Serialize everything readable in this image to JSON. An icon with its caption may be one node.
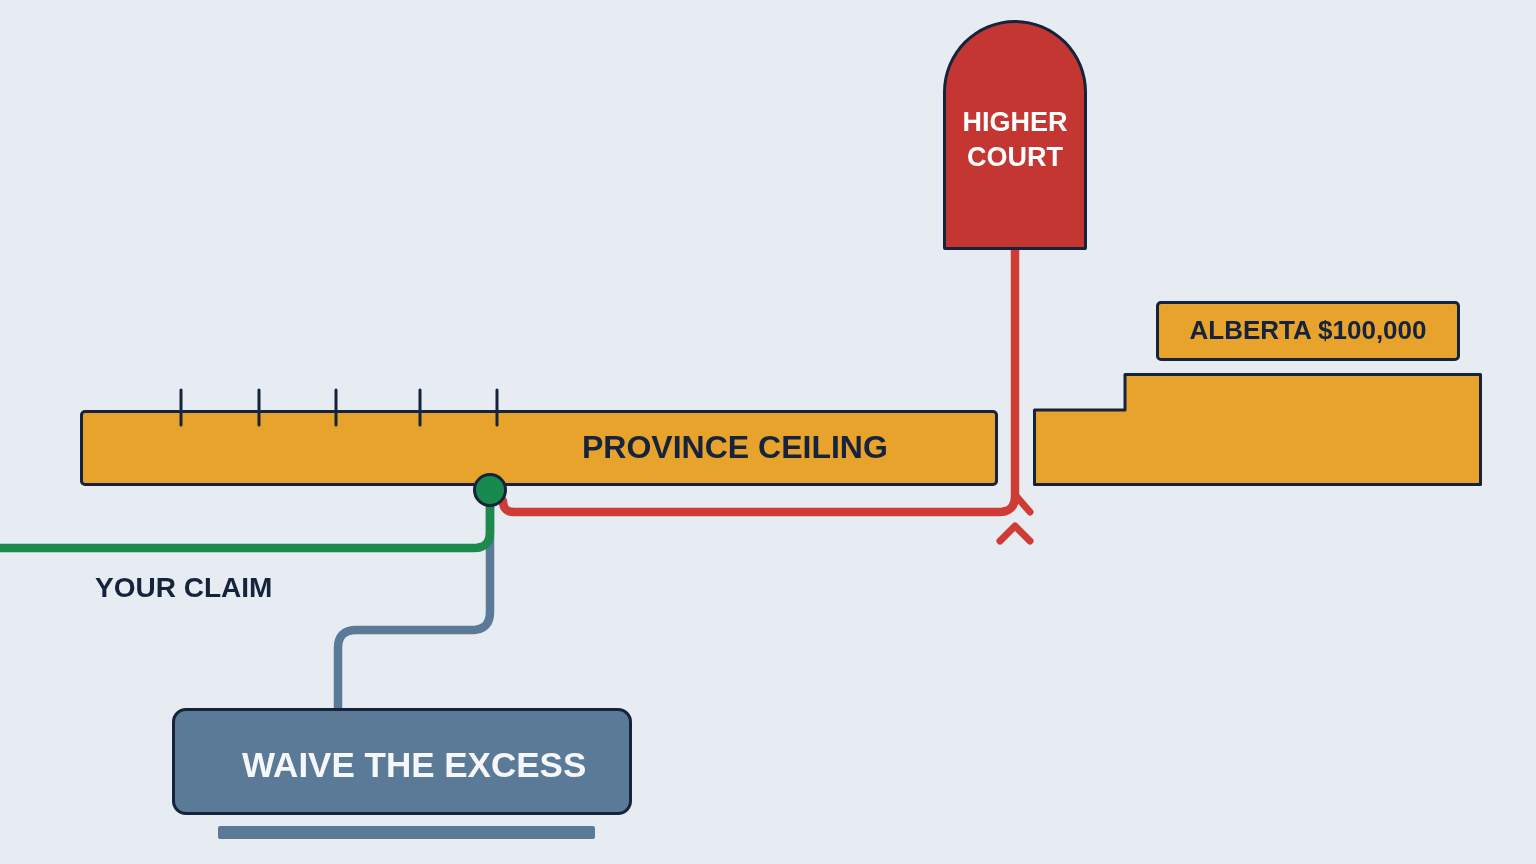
{
  "diagram": {
    "nodes": [
      {
        "text": [
          "HIGHER COURT"
        ]
      },
      {
        "text": [
          "ALBERTA $100,000"
        ]
      },
      {
        "text": [],
        "shape": "bar"
      },
      {
        "text": [
          "PROVINCE CEILING"
        ]
      },
      {
        "text": [],
        "shape": "circle"
      },
      {
        "text": [
          "WAIVE THE EXCESS"
        ]
      }
    ],
    "edges": [
      {
        "from": null,
        "to": 4,
        "arrow": "none",
        "label": "YOUR CLAIM",
        "color": "#1b8a4c"
      },
      {
        "from": 4,
        "to": 5,
        "arrow": "none",
        "color": "#5a7a98"
      },
      {
        "from": 4,
        "to": 0,
        "arrow": "none",
        "color": "#cf3b35"
      }
    ]
  }
}
